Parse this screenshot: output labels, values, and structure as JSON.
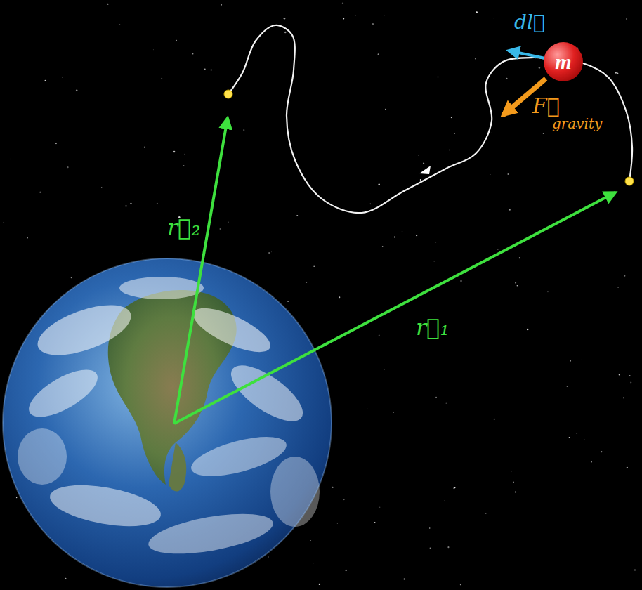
{
  "diagram": {
    "nodes": [
      {
        "text": [
          "m"
        ]
      }
    ],
    "labels": [
      "dl⃗",
      "F⃗",
      "gravity",
      "r⃗₂",
      "r⃗₁"
    ]
  }
}
